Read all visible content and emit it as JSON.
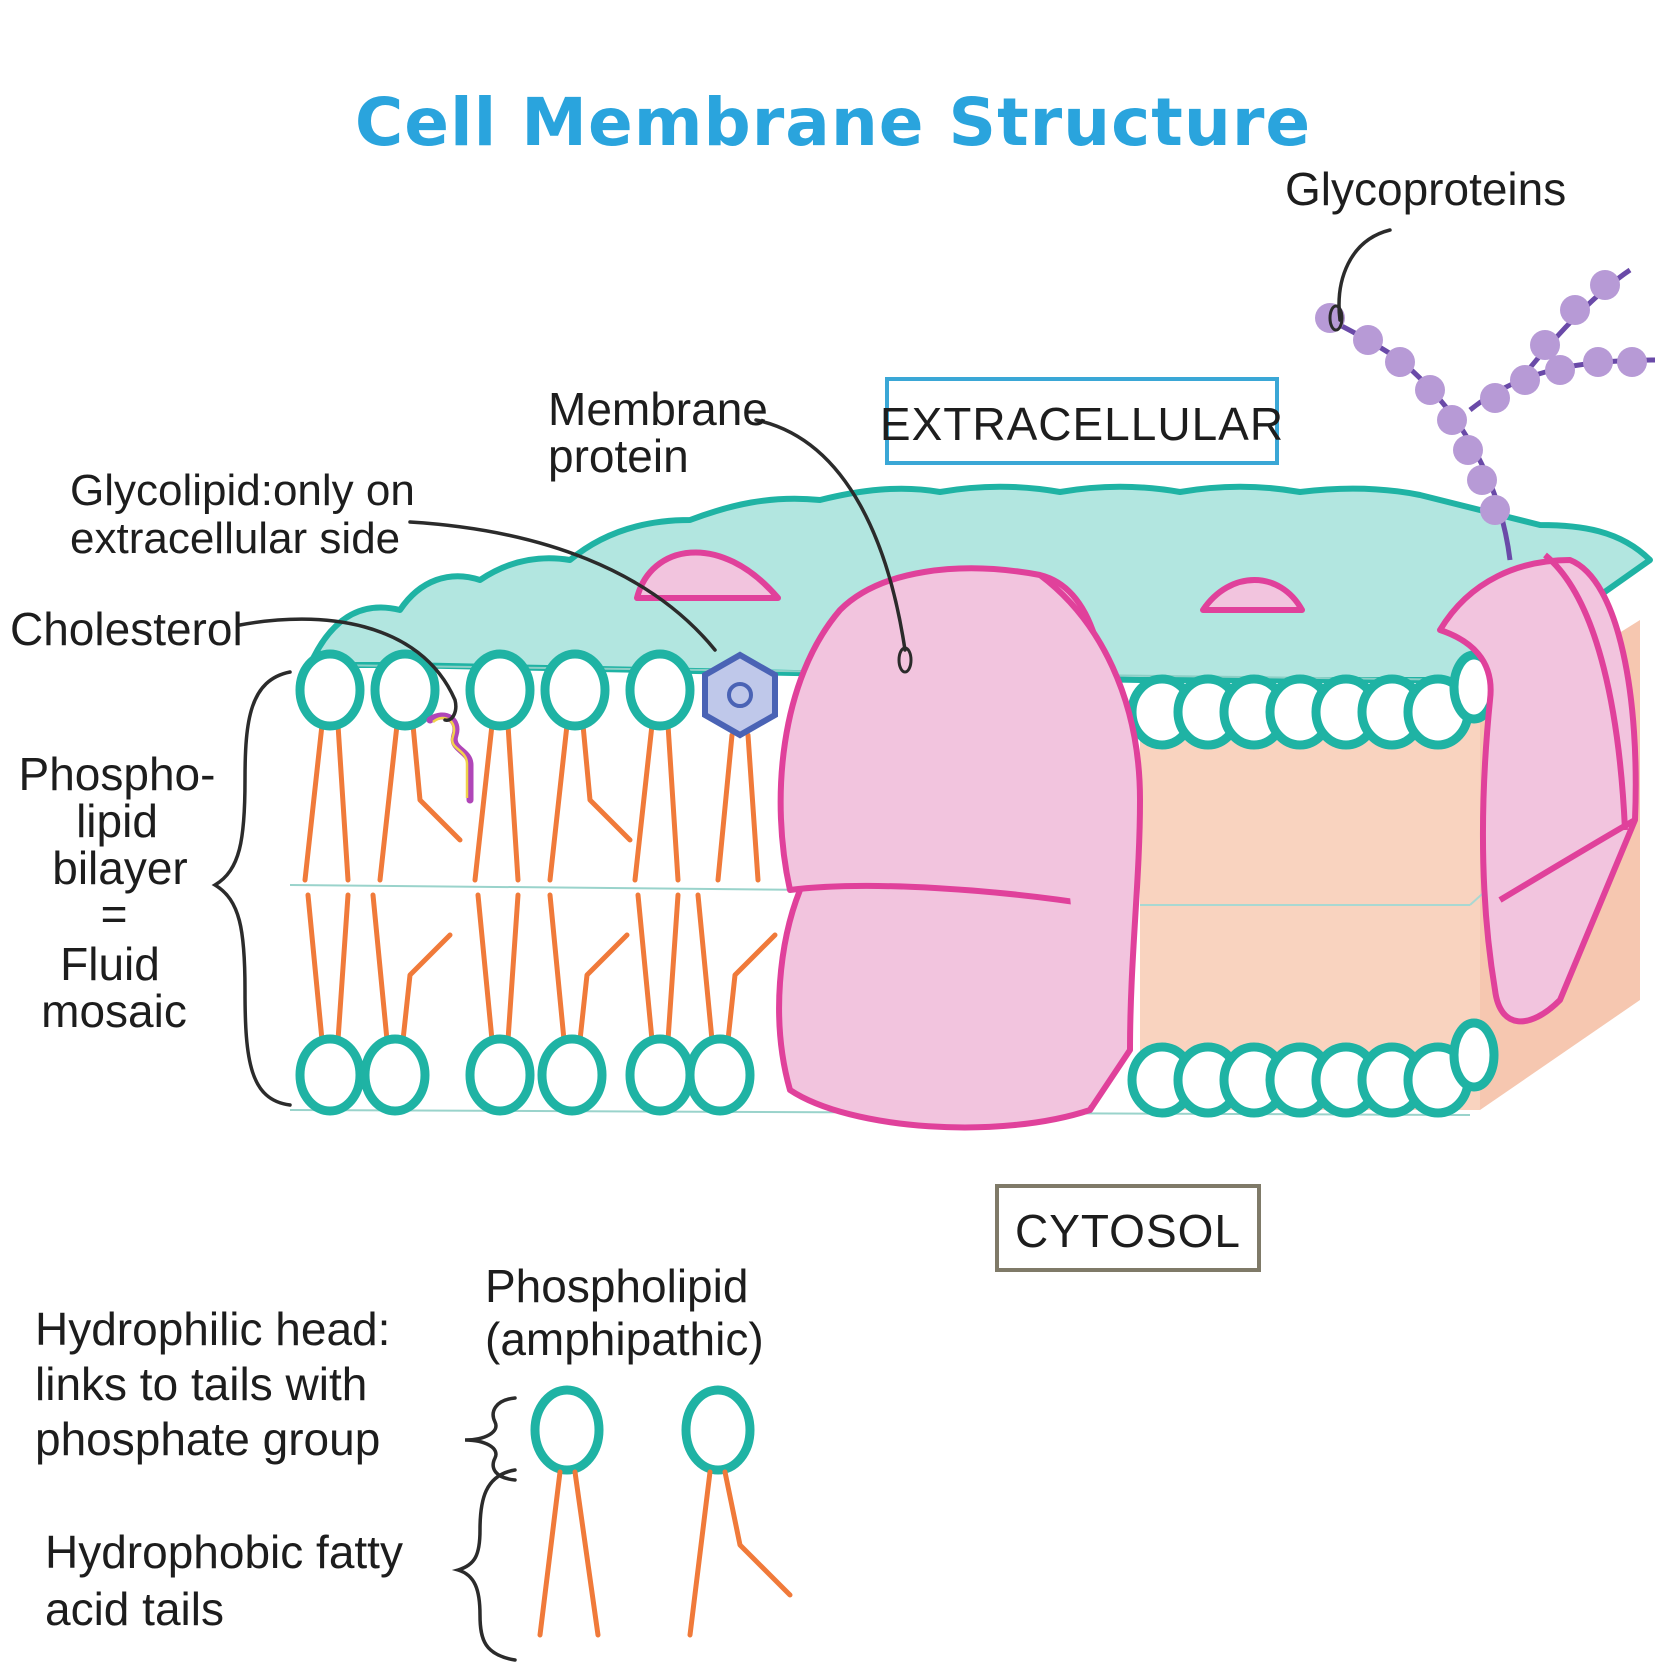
{
  "title": "Cell Membrane Structure",
  "regions": {
    "extracellular": "EXTRACELLULAR",
    "cytosol": "CYTOSOL"
  },
  "labels": {
    "glycoproteins": "Glycoproteins",
    "membrane_protein": [
      "Membrane",
      "protein"
    ],
    "glycolipid": [
      "Glycolipid:only on",
      "extracellular side"
    ],
    "cholesterol": "Cholesterol",
    "bilayer": [
      "Phospho-",
      "lipid",
      "bilayer",
      "=",
      "Fluid",
      "mosaic"
    ],
    "phospholipid": [
      "Phospholipid",
      "(amphipathic)"
    ],
    "hydrophilic": [
      "Hydrophilic head:",
      "links to tails with",
      "phosphate group"
    ],
    "hydrophobic": [
      "Hydrophobic fatty",
      "acid tails"
    ]
  },
  "colors": {
    "title": "#2aa4dd",
    "lipid_head": "#1fb3a4",
    "lipid_tail": "#f07a3a",
    "membrane_surface": "#b2e6e0",
    "protein": "#e0419b",
    "protein_fill": "#f2c4de",
    "interior": "#f9d3bf",
    "glycoprotein": "#6a4aa8",
    "glycolipid": "#4a63b5",
    "cholesterol": "#b046b8"
  }
}
